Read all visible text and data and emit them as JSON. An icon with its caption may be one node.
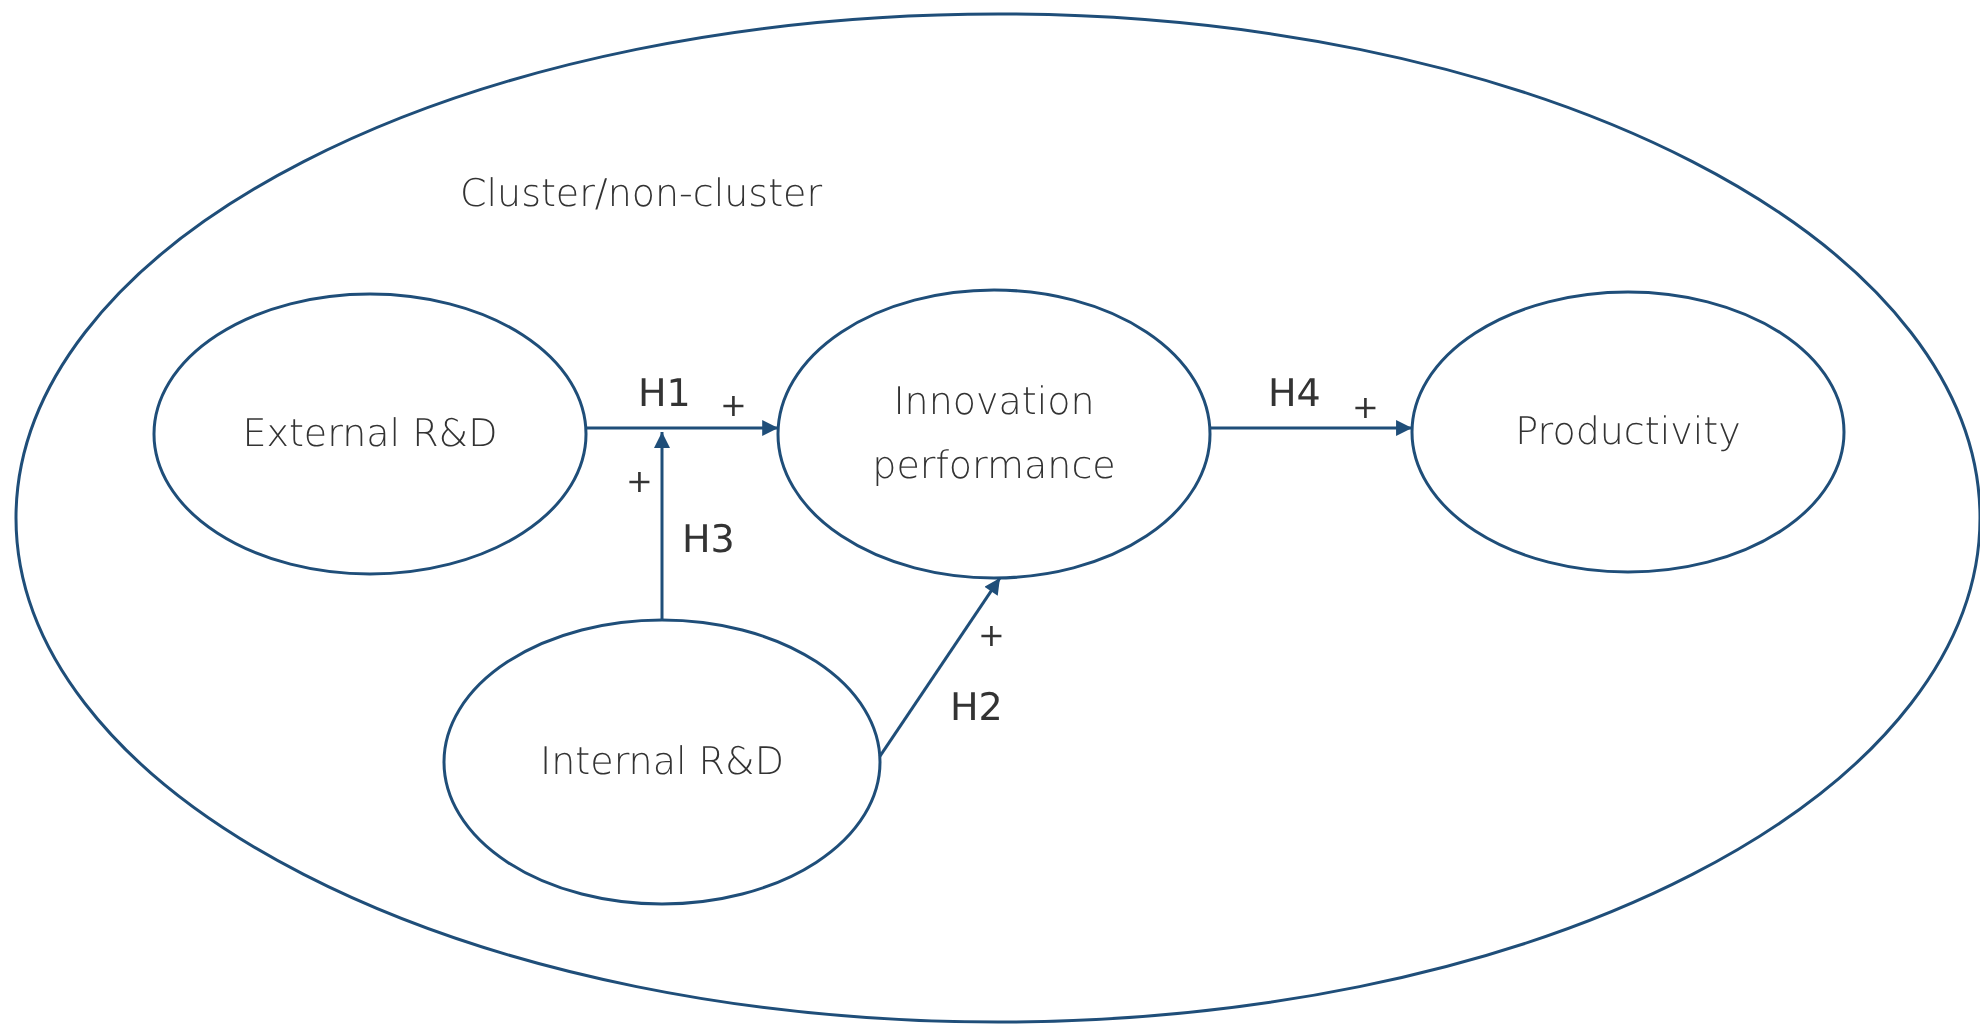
{
  "diagram": {
    "nodes": [
      {
        "text": [
          "Cluster/non-cluster"
        ]
      },
      {
        "text": [
          "External R&D"
        ],
        "in": 0
      },
      {
        "text": [
          "Innovation performance"
        ],
        "in": 0
      },
      {
        "text": [
          "Productivity"
        ],
        "in": 0
      },
      {
        "text": [
          "Internal R&D"
        ],
        "in": 0
      }
    ],
    "edges": [
      {
        "from": 1,
        "to": 2,
        "arrow": "to",
        "label": "H1"
      },
      {
        "from": 4,
        "to": null,
        "arrow": "to",
        "label": "H3"
      },
      {
        "from": 4,
        "to": 2,
        "arrow": "to",
        "label": "H2"
      },
      {
        "from": 2,
        "to": 3,
        "arrow": "to",
        "label": "H4"
      }
    ],
    "labels": [
      "+",
      "+",
      "+",
      "+"
    ]
  }
}
